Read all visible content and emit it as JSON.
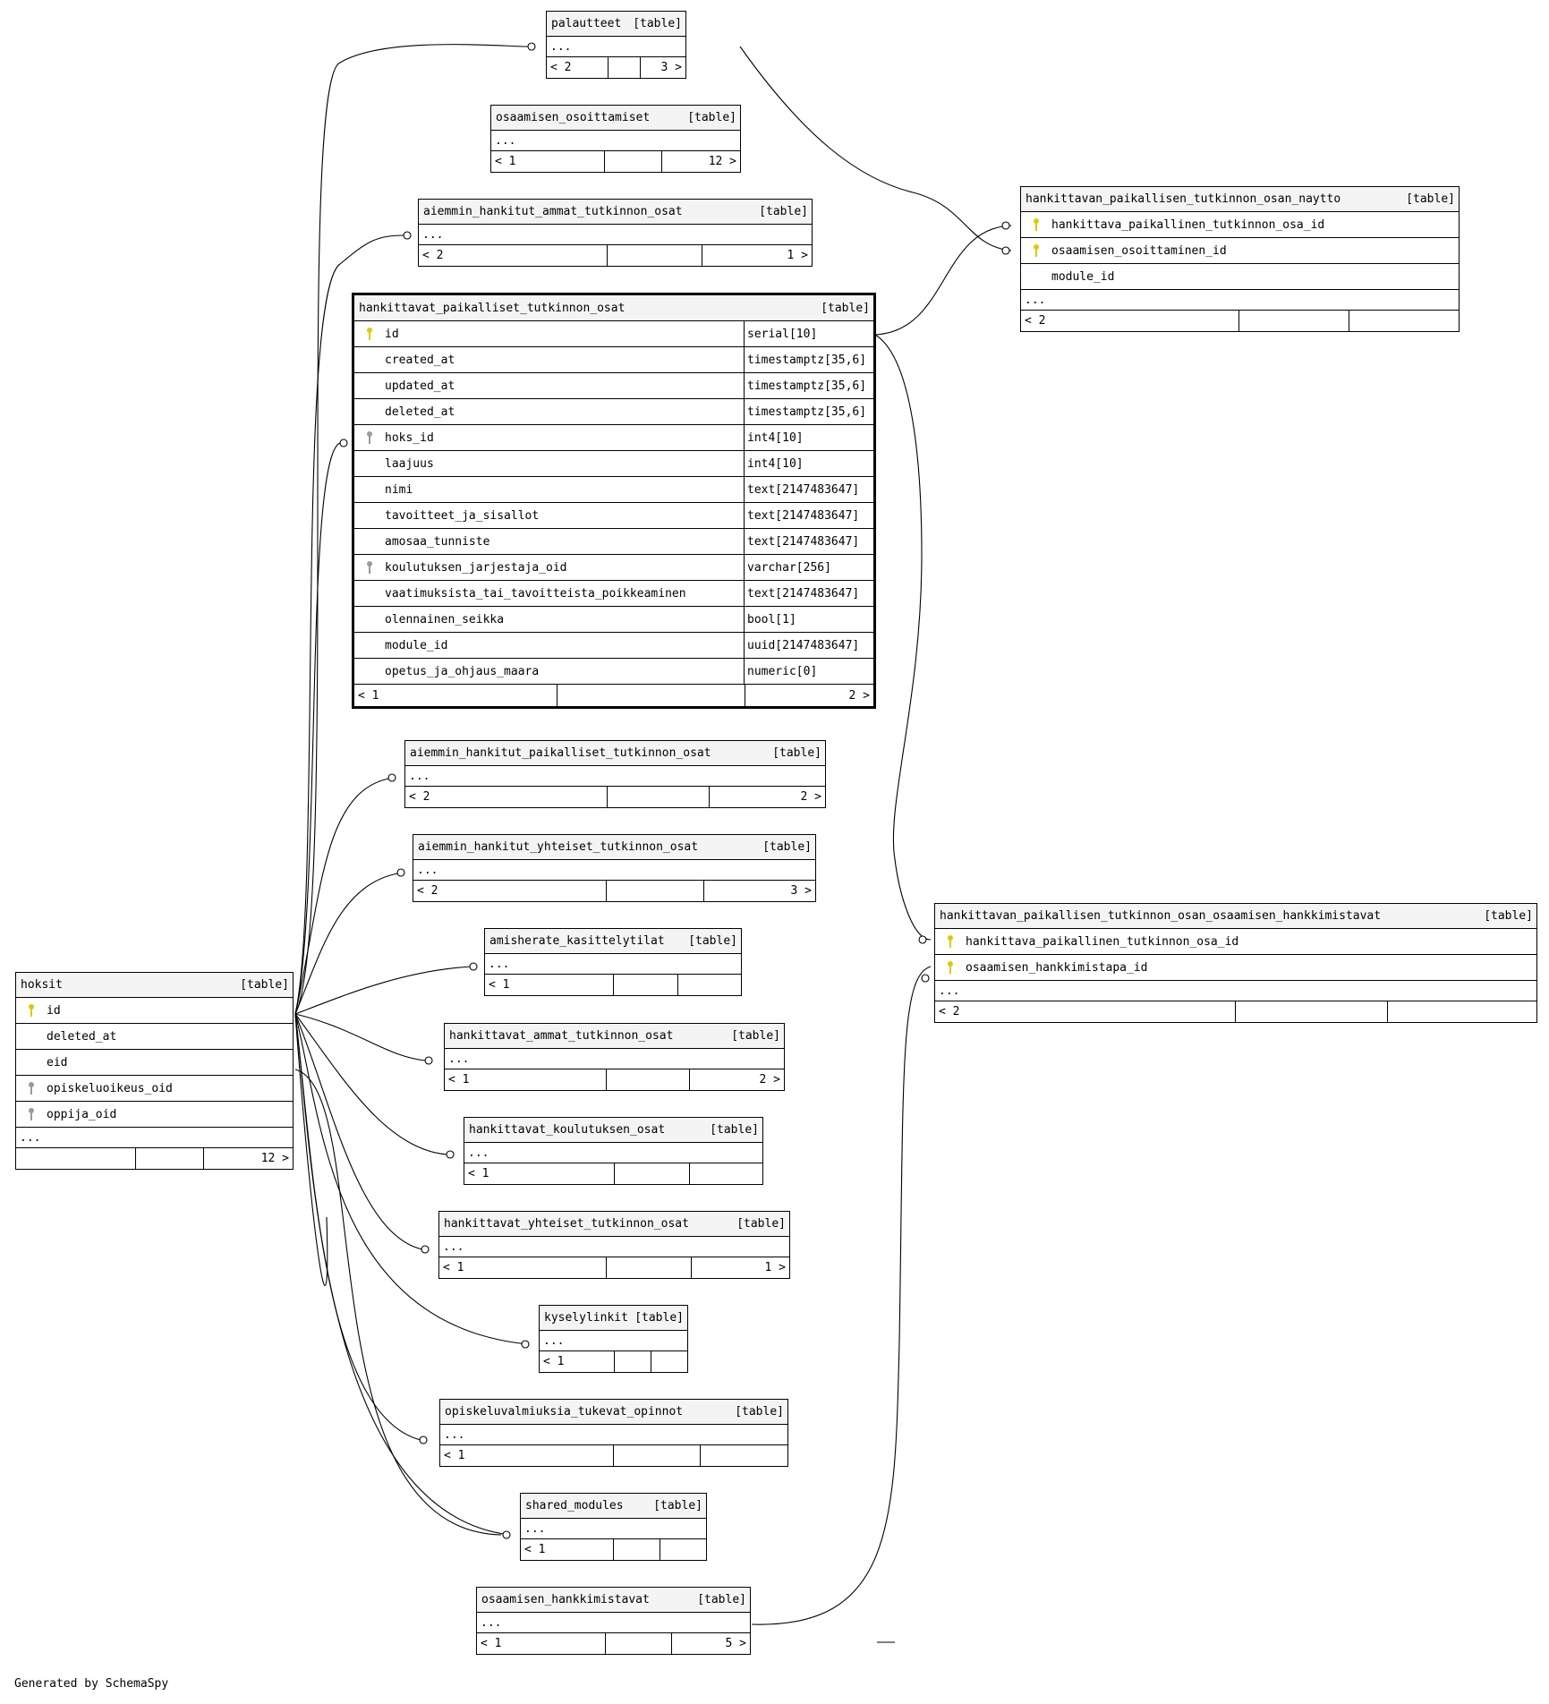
{
  "colors": {
    "header_bg": "#f4f4f4",
    "primary_key_icon": "#e0c800",
    "foreign_key_icon": "#9a9a9a",
    "line": "#000000"
  },
  "icons": {
    "primary_key": "key-icon",
    "foreign_key": "key-icon"
  },
  "tables": [
    {
      "id": "palautteet",
      "name": "palautteet",
      "kind": "[table]",
      "ellipsis": "...",
      "footer": [
        "< 2",
        "",
        "3 >"
      ]
    },
    {
      "id": "osaamisen_osoittamiset",
      "name": "osaamisen_osoittamiset",
      "kind": "[table]",
      "ellipsis": "...",
      "footer": [
        "< 1",
        "",
        "12 >"
      ]
    },
    {
      "id": "aiemmin_hankitut_ammat_tutkinnon_osat",
      "name": "aiemmin_hankitut_ammat_tutkinnon_osat",
      "kind": "[table]",
      "ellipsis": "...",
      "footer": [
        "< 2",
        "",
        "1 >"
      ]
    },
    {
      "id": "hankittavat_paikalliset_tutkinnon_osat",
      "name": "hankittavat_paikalliset_tutkinnon_osat",
      "kind": "[table]",
      "focus": true,
      "columns": [
        {
          "name": "id",
          "type": "serial[10]",
          "key": "pk"
        },
        {
          "name": "created_at",
          "type": "timestamptz[35,6]",
          "key": ""
        },
        {
          "name": "updated_at",
          "type": "timestamptz[35,6]",
          "key": ""
        },
        {
          "name": "deleted_at",
          "type": "timestamptz[35,6]",
          "key": ""
        },
        {
          "name": "hoks_id",
          "type": "int4[10]",
          "key": "fk"
        },
        {
          "name": "laajuus",
          "type": "int4[10]",
          "key": ""
        },
        {
          "name": "nimi",
          "type": "text[2147483647]",
          "key": ""
        },
        {
          "name": "tavoitteet_ja_sisallot",
          "type": "text[2147483647]",
          "key": ""
        },
        {
          "name": "amosaa_tunniste",
          "type": "text[2147483647]",
          "key": ""
        },
        {
          "name": "koulutuksen_jarjestaja_oid",
          "type": "varchar[256]",
          "key": "fk"
        },
        {
          "name": "vaatimuksista_tai_tavoitteista_poikkeaminen",
          "type": "text[2147483647]",
          "key": ""
        },
        {
          "name": "olennainen_seikka",
          "type": "bool[1]",
          "key": ""
        },
        {
          "name": "module_id",
          "type": "uuid[2147483647]",
          "key": ""
        },
        {
          "name": "opetus_ja_ohjaus_maara",
          "type": "numeric[0]",
          "key": ""
        }
      ],
      "footer": [
        "< 1",
        "",
        "2 >"
      ]
    },
    {
      "id": "hankittavan_paikallisen_tutkinnon_osan_naytto",
      "name": "hankittavan_paikallisen_tutkinnon_osan_naytto",
      "kind": "[table]",
      "columns": [
        {
          "name": "hankittava_paikallinen_tutkinnon_osa_id",
          "key": "pk"
        },
        {
          "name": "osaamisen_osoittaminen_id",
          "key": "pk"
        },
        {
          "name": "module_id",
          "key": ""
        }
      ],
      "ellipsis": "...",
      "footer": [
        "< 2",
        "",
        ""
      ]
    },
    {
      "id": "aiemmin_hankitut_paikalliset_tutkinnon_osat",
      "name": "aiemmin_hankitut_paikalliset_tutkinnon_osat",
      "kind": "[table]",
      "ellipsis": "...",
      "footer": [
        "< 2",
        "",
        "2 >"
      ]
    },
    {
      "id": "aiemmin_hankitut_yhteiset_tutkinnon_osat",
      "name": "aiemmin_hankitut_yhteiset_tutkinnon_osat",
      "kind": "[table]",
      "ellipsis": "...",
      "footer": [
        "< 2",
        "",
        "3 >"
      ]
    },
    {
      "id": "amisherate_kasittelytilat",
      "name": "amisherate_kasittelytilat",
      "kind": "[table]",
      "ellipsis": "...",
      "footer": [
        "< 1",
        "",
        ""
      ]
    },
    {
      "id": "hoksit",
      "name": "hoksit",
      "kind": "[table]",
      "columns": [
        {
          "name": "id",
          "key": "pk"
        },
        {
          "name": "deleted_at",
          "key": ""
        },
        {
          "name": "eid",
          "key": ""
        },
        {
          "name": "opiskeluoikeus_oid",
          "key": "fk"
        },
        {
          "name": "oppija_oid",
          "key": "fk"
        }
      ],
      "ellipsis": "...",
      "footer": [
        "",
        "",
        "12 >"
      ]
    },
    {
      "id": "hankittavan_paikallisen_tutkinnon_osan_osaamisen_hankkimistavat",
      "name": "hankittavan_paikallisen_tutkinnon_osan_osaamisen_hankkimistavat",
      "kind": "[table]",
      "columns": [
        {
          "name": "hankittava_paikallinen_tutkinnon_osa_id",
          "key": "pk"
        },
        {
          "name": "osaamisen_hankkimistapa_id",
          "key": "pk"
        }
      ],
      "ellipsis": "...",
      "footer": [
        "< 2",
        "",
        ""
      ]
    },
    {
      "id": "hankittavat_ammat_tutkinnon_osat",
      "name": "hankittavat_ammat_tutkinnon_osat",
      "kind": "[table]",
      "ellipsis": "...",
      "footer": [
        "< 1",
        "",
        "2 >"
      ]
    },
    {
      "id": "hankittavat_koulutuksen_osat",
      "name": "hankittavat_koulutuksen_osat",
      "kind": "[table]",
      "ellipsis": "...",
      "footer": [
        "< 1",
        "",
        ""
      ]
    },
    {
      "id": "hankittavat_yhteiset_tutkinnon_osat",
      "name": "hankittavat_yhteiset_tutkinnon_osat",
      "kind": "[table]",
      "ellipsis": "...",
      "footer": [
        "< 1",
        "",
        "1 >"
      ]
    },
    {
      "id": "kyselylinkit",
      "name": "kyselylinkit",
      "kind": "[table]",
      "ellipsis": "...",
      "footer": [
        "< 1",
        "",
        ""
      ]
    },
    {
      "id": "opiskeluvalmiuksia_tukevat_opinnot",
      "name": "opiskeluvalmiuksia_tukevat_opinnot",
      "kind": "[table]",
      "ellipsis": "...",
      "footer": [
        "< 1",
        "",
        ""
      ]
    },
    {
      "id": "shared_modules",
      "name": "shared_modules",
      "kind": "[table]",
      "ellipsis": "...",
      "footer": [
        "< 1",
        "",
        ""
      ]
    },
    {
      "id": "osaamisen_hankkimistavat",
      "name": "osaamisen_hankkimistavat",
      "kind": "[table]",
      "ellipsis": "...",
      "footer": [
        "< 1",
        "",
        "5 >"
      ]
    }
  ],
  "footer_text": "Generated by SchemaSpy"
}
